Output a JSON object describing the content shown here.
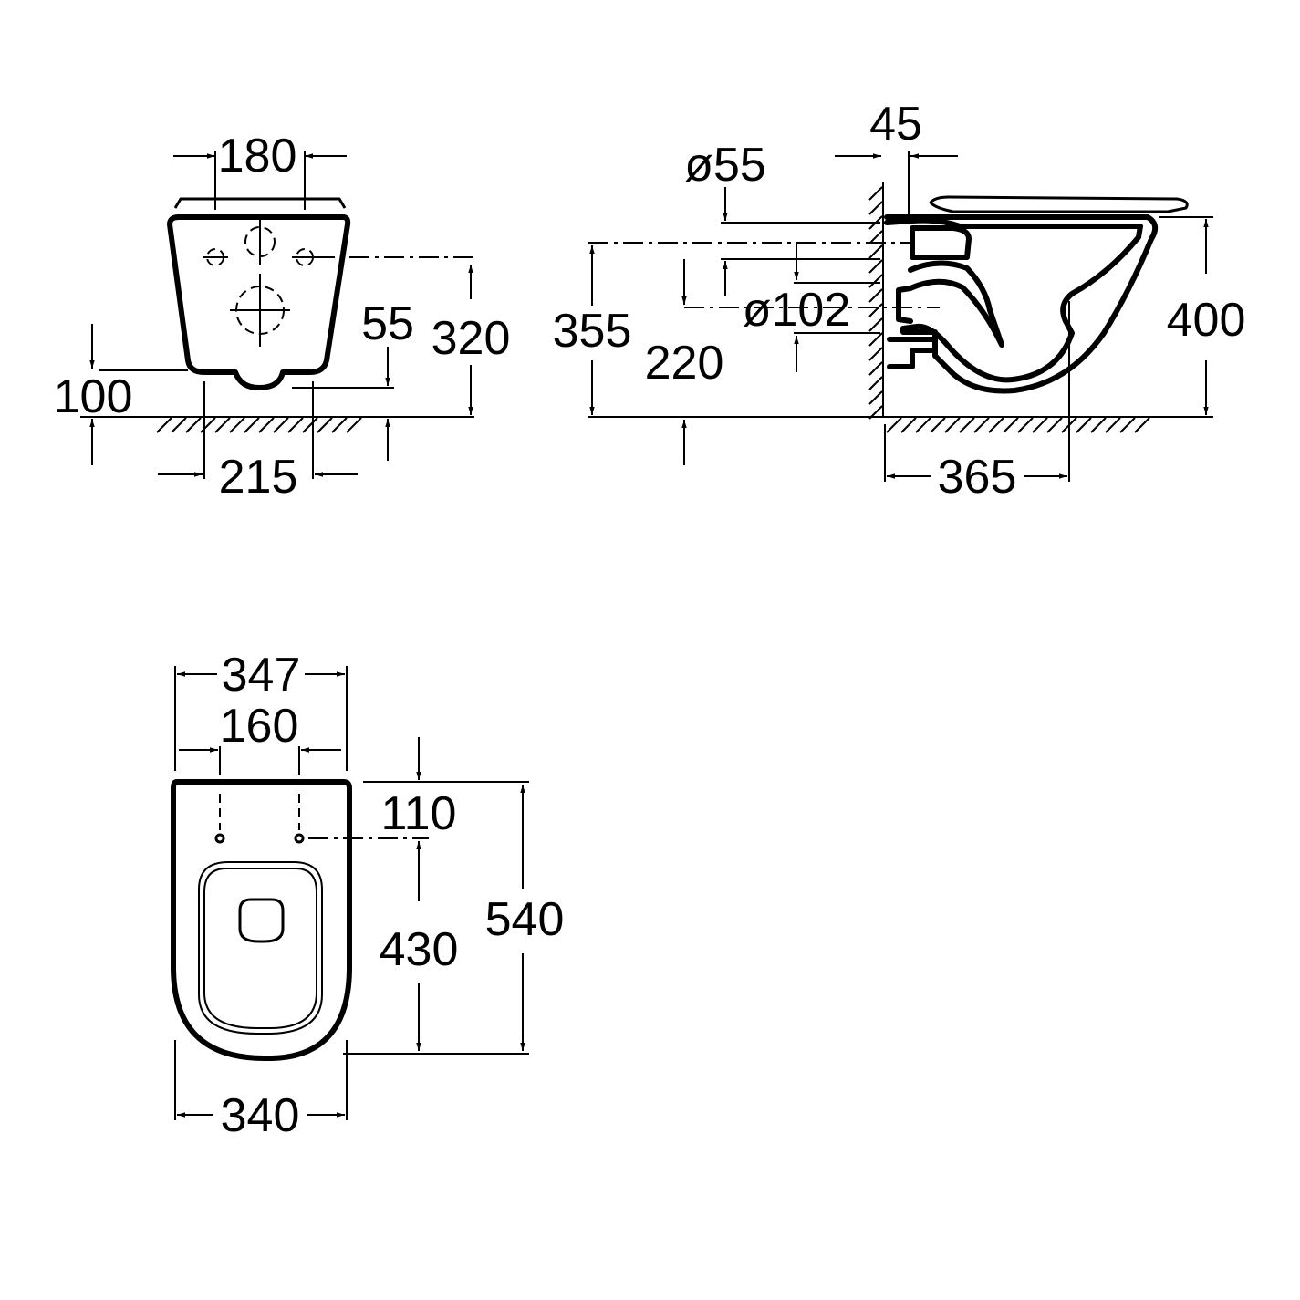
{
  "front_view": {
    "width_fixings": "180",
    "height_fixings": "320",
    "outlet_offset": "55",
    "floor_clearance": "100",
    "outlet_width": "215"
  },
  "side_view": {
    "wall_offset": "45",
    "inlet_diameter": "ø55",
    "inlet_height": "355",
    "outlet_diameter": "ø102",
    "outlet_height": "220",
    "total_height": "400",
    "projection": "365"
  },
  "top_view": {
    "overall_width": "347",
    "hole_spacing": "160",
    "hole_depth": "110",
    "bowl_depth": "430",
    "total_length": "540",
    "base_width": "340"
  }
}
